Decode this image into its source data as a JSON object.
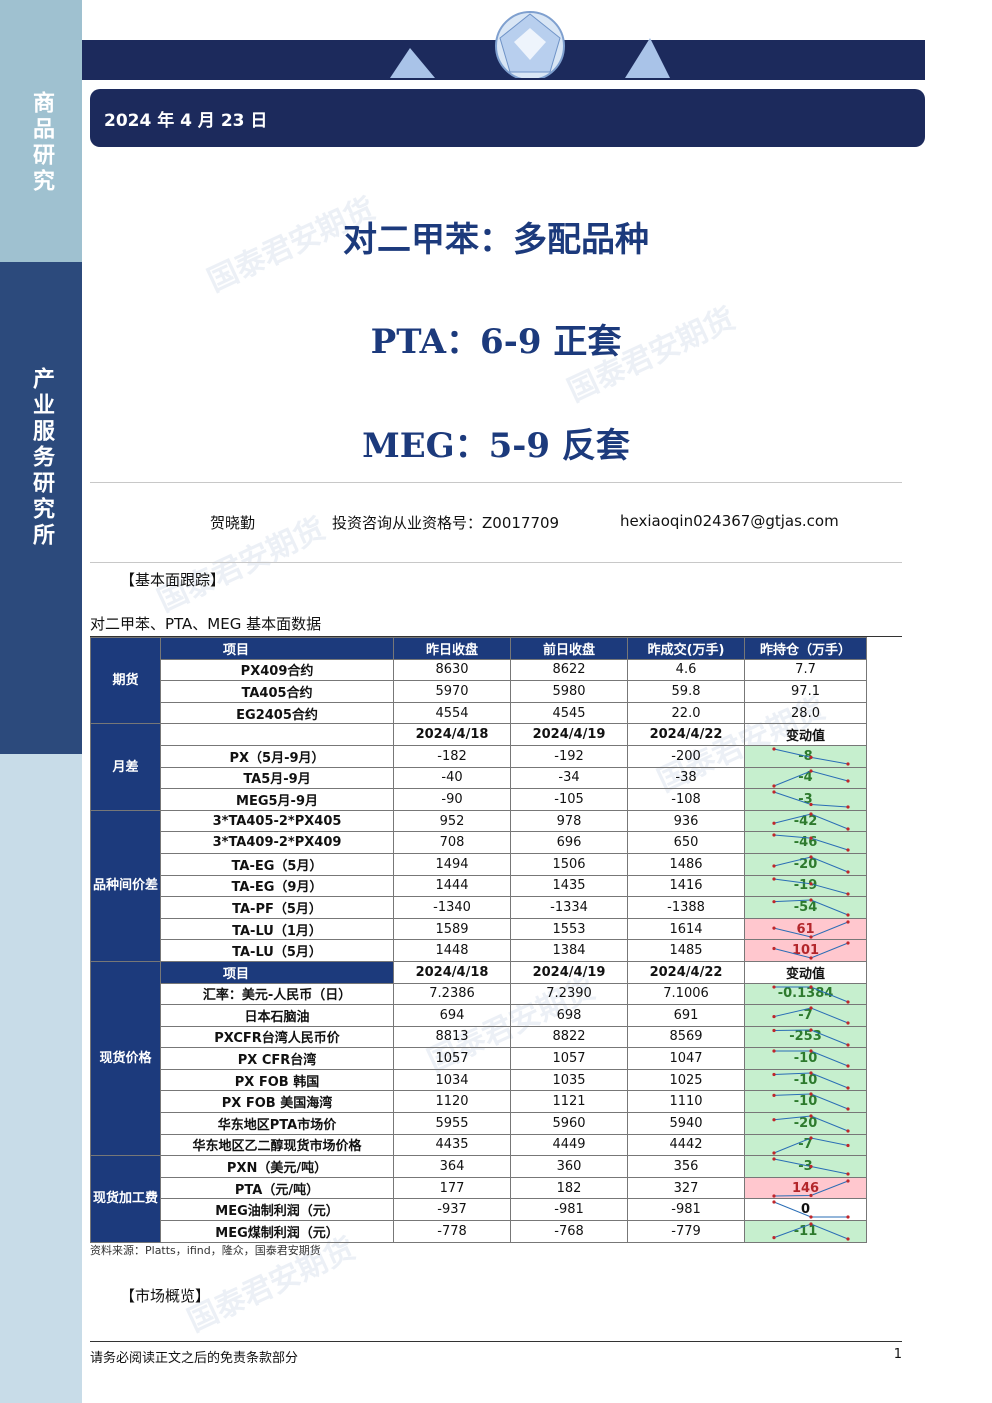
{
  "sidebar": {
    "top_label": "商品研究",
    "mid_label": "产业服务研究所"
  },
  "header": {
    "date": "2024 年 4 月 23 日"
  },
  "titles": {
    "line1": "对二甲苯：多配品种",
    "line2": "PTA：6-9 正套",
    "line3": "MEG：5-9 反套"
  },
  "author": {
    "name": "贺晓勤",
    "license": "投资咨询从业资格号：Z0017709",
    "email": "hexiaoqin024367@gtjas.com"
  },
  "sections": {
    "fundamental": "【基本面跟踪】",
    "market": "【市场概览】"
  },
  "watermark": "国泰君安期货",
  "table": {
    "caption": "对二甲苯、PTA、MEG 基本面数据",
    "futures": {
      "category": "期货",
      "header": [
        "项目",
        "昨日收盘",
        "前日收盘",
        "昨成交(万手)",
        "昨持仓（万手）"
      ],
      "rows": [
        [
          "PX409合约",
          "8630",
          "8622",
          "4.6",
          "7.7"
        ],
        [
          "TA405合约",
          "5970",
          "5980",
          "59.8",
          "97.1"
        ],
        [
          "EG2405合约",
          "4554",
          "4545",
          "22.0",
          "28.0"
        ]
      ]
    },
    "spread": {
      "category": "月差",
      "header": [
        "",
        "2024/4/18",
        "2024/4/19",
        "2024/4/22",
        "变动值"
      ],
      "rows": [
        [
          "PX（5月-9月）",
          "-182",
          "-192",
          "-200",
          "-8"
        ],
        [
          "TA5月-9月",
          "-40",
          "-34",
          "-38",
          "-4"
        ],
        [
          "MEG5月-9月",
          "-90",
          "-105",
          "-108",
          "-3"
        ]
      ]
    },
    "cross": {
      "category": "品种间价差",
      "rows": [
        [
          "3*TA405-2*PX405",
          "952",
          "978",
          "936",
          "-42"
        ],
        [
          "3*TA409-2*PX409",
          "708",
          "696",
          "650",
          "-46"
        ],
        [
          "TA-EG（5月）",
          "1494",
          "1506",
          "1486",
          "-20"
        ],
        [
          "TA-EG（9月）",
          "1444",
          "1435",
          "1416",
          "-19"
        ],
        [
          "TA-PF（5月）",
          "-1340",
          "-1334",
          "-1388",
          "-54"
        ],
        [
          "TA-LU（1月）",
          "1589",
          "1553",
          "1614",
          "61"
        ],
        [
          "TA-LU（5月）",
          "1448",
          "1384",
          "1485",
          "101"
        ]
      ]
    },
    "spot": {
      "category": "现货价格",
      "header": [
        "项目",
        "2024/4/18",
        "2024/4/19",
        "2024/4/22",
        "变动值"
      ],
      "rows": [
        [
          "汇率：美元-人民币（日）",
          "7.2386",
          "7.2390",
          "7.1006",
          "-0.1384"
        ],
        [
          "日本石脑油",
          "694",
          "698",
          "691",
          "-7"
        ],
        [
          "PXCFR台湾人民币价",
          "8813",
          "8822",
          "8569",
          "-253"
        ],
        [
          "PX CFR台湾",
          "1057",
          "1057",
          "1047",
          "-10"
        ],
        [
          "PX FOB 韩国",
          "1034",
          "1035",
          "1025",
          "-10"
        ],
        [
          "PX FOB 美国海湾",
          "1120",
          "1121",
          "1110",
          "-10"
        ],
        [
          "华东地区PTA市场价",
          "5955",
          "5960",
          "5940",
          "-20"
        ],
        [
          "华东地区乙二醇现货市场价格",
          "4435",
          "4449",
          "4442",
          "-7"
        ]
      ]
    },
    "margin": {
      "category": "现货加工费",
      "rows": [
        [
          "PXN（美元/吨）",
          "364",
          "360",
          "356",
          "-3"
        ],
        [
          "PTA（元/吨）",
          "177",
          "182",
          "327",
          "146"
        ],
        [
          "MEG油制利润（元）",
          "-937",
          "-981",
          "-981",
          "0"
        ],
        [
          "MEG煤制利润（元）",
          "-778",
          "-768",
          "-779",
          "-11"
        ]
      ]
    },
    "colors": {
      "up": "#ffc7ce",
      "down": "#c6efce",
      "header": "#1c3a7c"
    }
  },
  "source": "资料来源：Platts，ifind，隆众，国泰君安期货",
  "footer": {
    "disclaimer": "请务必阅读正文之后的免责条款部分",
    "page": "1"
  }
}
